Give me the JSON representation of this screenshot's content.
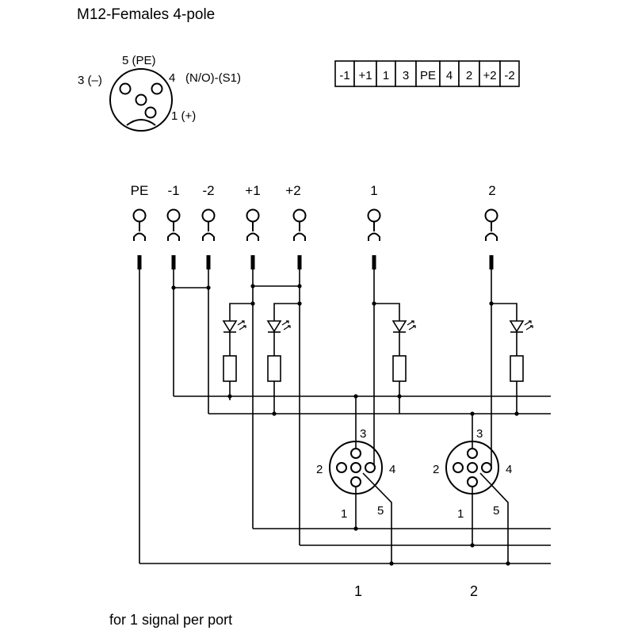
{
  "title": "M12-Females  4-pole",
  "footer": "for 1 signal per port",
  "pinout": {
    "pin3": "3 (–)",
    "pin5": "5 (PE)",
    "pin4": "4",
    "pin4_desc": "(N/O)-(S1)",
    "pin1": "1 (+)"
  },
  "terminal_strip": [
    "-1",
    "+1",
    "1",
    "3",
    "PE",
    "4",
    "2",
    "+2",
    "-2"
  ],
  "terminals": [
    "PE",
    "-1",
    "-2",
    "+1",
    "+2",
    "1",
    "2"
  ],
  "ports": [
    {
      "label": "1",
      "pin3": "3",
      "pin2": "2",
      "pin4": "4",
      "pin1": "1",
      "pin5": "5"
    },
    {
      "label": "2",
      "pin3": "3",
      "pin2": "2",
      "pin4": "4",
      "pin1": "1",
      "pin5": "5"
    }
  ]
}
